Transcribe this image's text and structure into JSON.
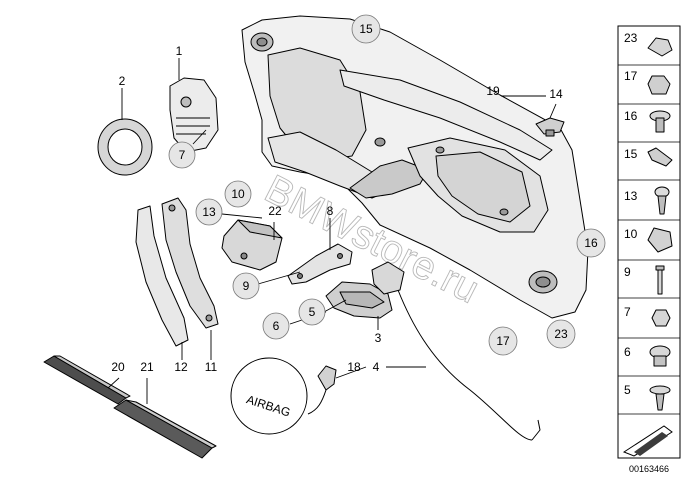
{
  "callouts": {
    "c1": "1",
    "c2": "2",
    "c3": "3",
    "c4": "4",
    "c5": "5",
    "c6": "6",
    "c7": "7",
    "c8": "8",
    "c9": "9",
    "c10": "10",
    "c11": "11",
    "c12": "12",
    "c13": "13",
    "c14": "14",
    "c15": "15",
    "c16": "16",
    "c17": "17",
    "c18": "18",
    "c19": "19",
    "c20": "20",
    "c21": "21",
    "c22": "22",
    "c23": "23"
  },
  "airbag_label": "AIRBAG",
  "watermark": "BMWstore.ru",
  "side_panel": {
    "items": [
      "23",
      "17",
      "16",
      "15",
      "13",
      "10",
      "9",
      "7",
      "6",
      "5"
    ]
  },
  "diagram_id": "00163466"
}
